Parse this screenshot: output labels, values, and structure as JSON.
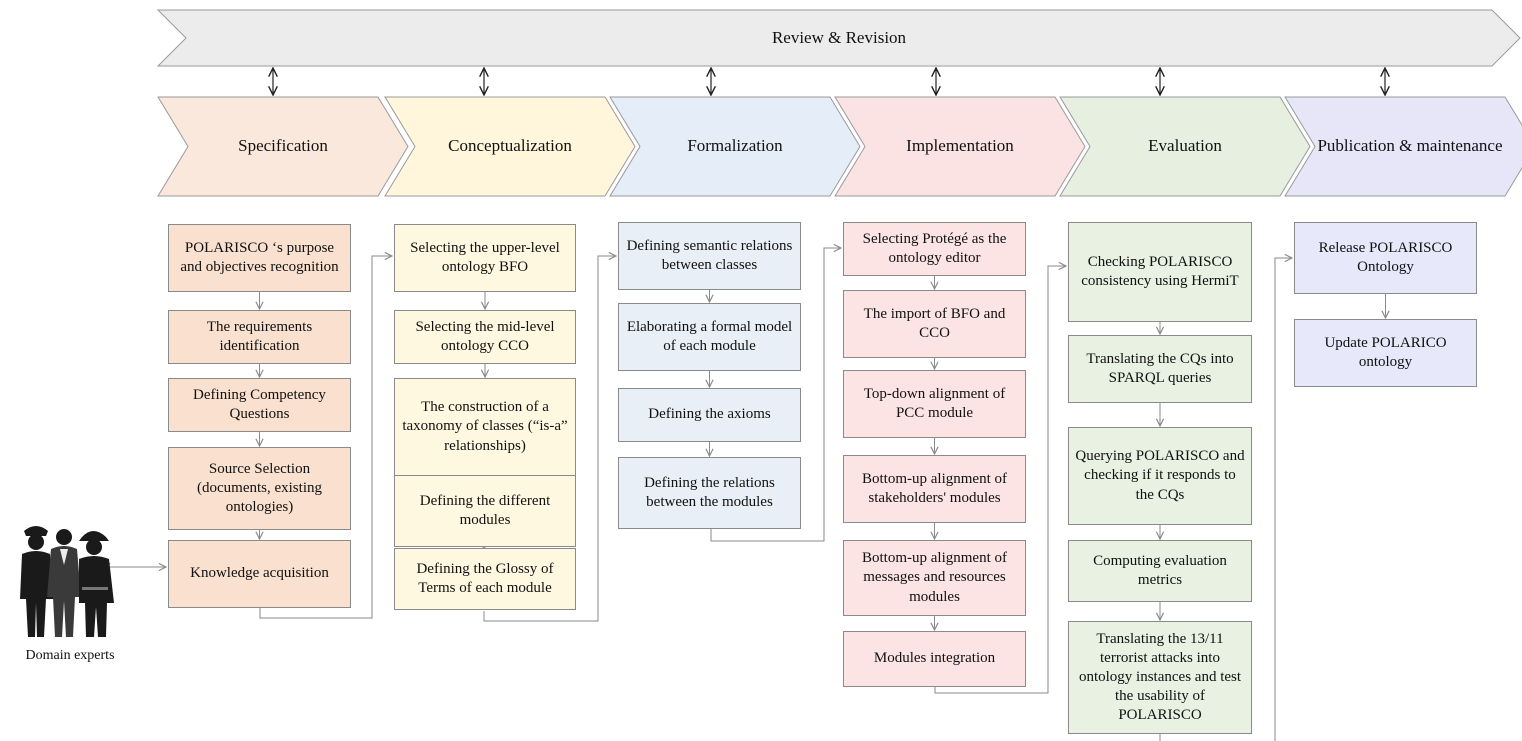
{
  "banner": {
    "label": "Review & Revision",
    "color": "#ececec"
  },
  "phases": [
    {
      "id": "specification",
      "label": "Specification",
      "color": "#fbe8dc",
      "box_color": "#f9e0cf",
      "steps": [
        "POLARISCO ‘s purpose and objectives recognition",
        "The requirements identification",
        "Defining Competency Questions",
        "Source Selection (documents, existing ontologies)",
        "Knowledge acquisition"
      ]
    },
    {
      "id": "conceptualization",
      "label": "Conceptualization",
      "color": "#fff6dc",
      "box_color": "#fff8e1",
      "steps": [
        "Selecting the upper-level ontology BFO",
        "Selecting the mid-level ontology CCO",
        "The construction of a taxonomy of classes (“is-a” relationships)",
        "Defining the different modules",
        "Defining the Glossy of Terms of each module"
      ]
    },
    {
      "id": "formalization",
      "label": "Formalization",
      "color": "#e5edf8",
      "box_color": "#e9eff7",
      "steps": [
        "Defining semantic relations between classes",
        "Elaborating a formal model of each module",
        "Defining the axioms",
        "Defining the relations between the modules"
      ]
    },
    {
      "id": "implementation",
      "label": "Implementation",
      "color": "#fbe3e3",
      "box_color": "#fce4e4",
      "steps": [
        "Selecting Protégé as the ontology editor",
        "The import of BFO and CCO",
        "Top-down alignment of PCC module",
        "Bottom-up alignment of stakeholders' modules",
        "Bottom-up alignment of messages and resources modules",
        "Modules integration"
      ]
    },
    {
      "id": "evaluation",
      "label": "Evaluation",
      "color": "#e7efe0",
      "box_color": "#e8f1e2",
      "steps": [
        "Checking POLARISCO consistency using HermiT",
        "Translating the CQs into SPARQL queries",
        "Querying POLARISCO and checking if it responds to the CQs",
        "Computing evaluation metrics",
        "Translating the 13/11 terrorist attacks into ontology instances and test the usability of POLARISCO"
      ]
    },
    {
      "id": "publication",
      "label": "Publication & maintenance",
      "color": "#e6e6f8",
      "box_color": "#e8e8fb",
      "steps": [
        "Release POLARISCO Ontology",
        "Update POLARICO ontology"
      ]
    }
  ],
  "actors": {
    "label": "Domain experts",
    "icon": "people-silhouette-icon"
  }
}
